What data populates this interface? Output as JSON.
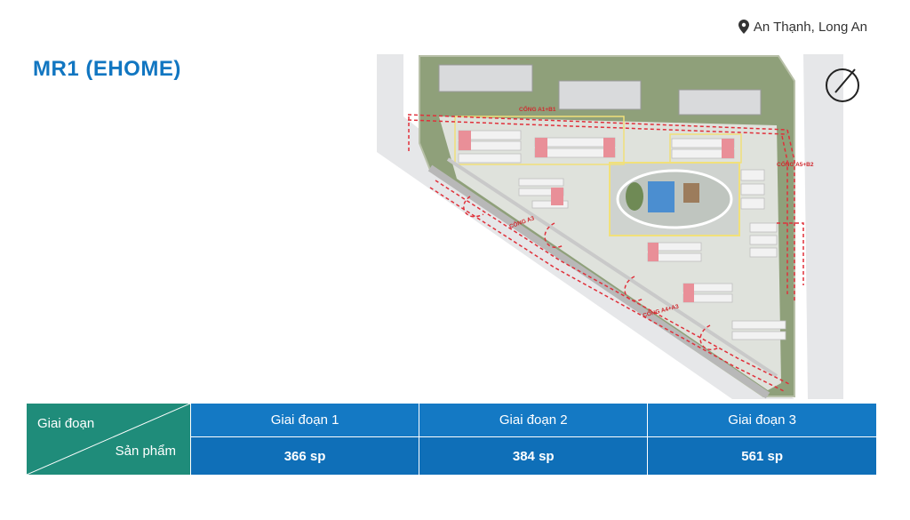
{
  "location": {
    "icon": "map-pin-icon",
    "text": "An Thạnh, Long An"
  },
  "title": "MR1 (EHOME)",
  "sitemap": {
    "gate_labels": [
      "CỔNG A1+B1",
      "CỔNG A5+B2",
      "CỔNG A3",
      "CỔNG A4+A3"
    ]
  },
  "compass": {
    "icon": "compass-icon"
  },
  "table": {
    "corner_top": "Giai đoạn",
    "corner_bottom": "Sản phẩm",
    "columns": [
      "Giai đoạn 1",
      "Giai đoạn 2",
      "Giai đoạn 3"
    ],
    "values": [
      "366 sp",
      "384 sp",
      "561 sp"
    ]
  },
  "colors": {
    "title": "#1176c1",
    "table_header": "#1479c4",
    "table_corner": "#1f8c7a",
    "route": "#e0303a"
  }
}
